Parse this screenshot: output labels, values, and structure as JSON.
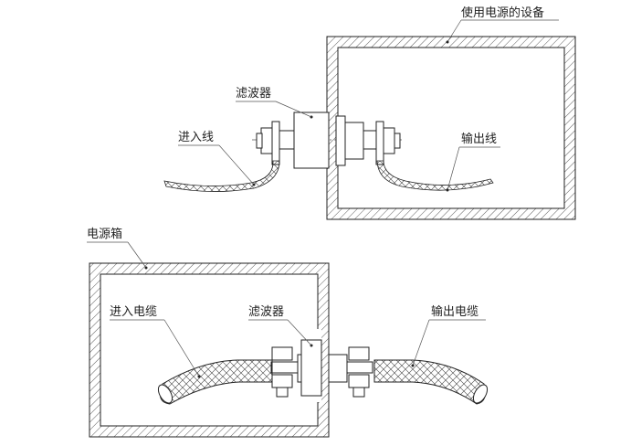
{
  "top_diagram": {
    "equipment_label": "使用电源的设备",
    "filter_label": "滤波器",
    "input_wire_label": "进入线",
    "output_wire_label": "输出线"
  },
  "bottom_diagram": {
    "power_box_label": "电源箱",
    "input_cable_label": "进入电缆",
    "filter_label": "滤波器",
    "output_cable_label": "输出电缆"
  }
}
